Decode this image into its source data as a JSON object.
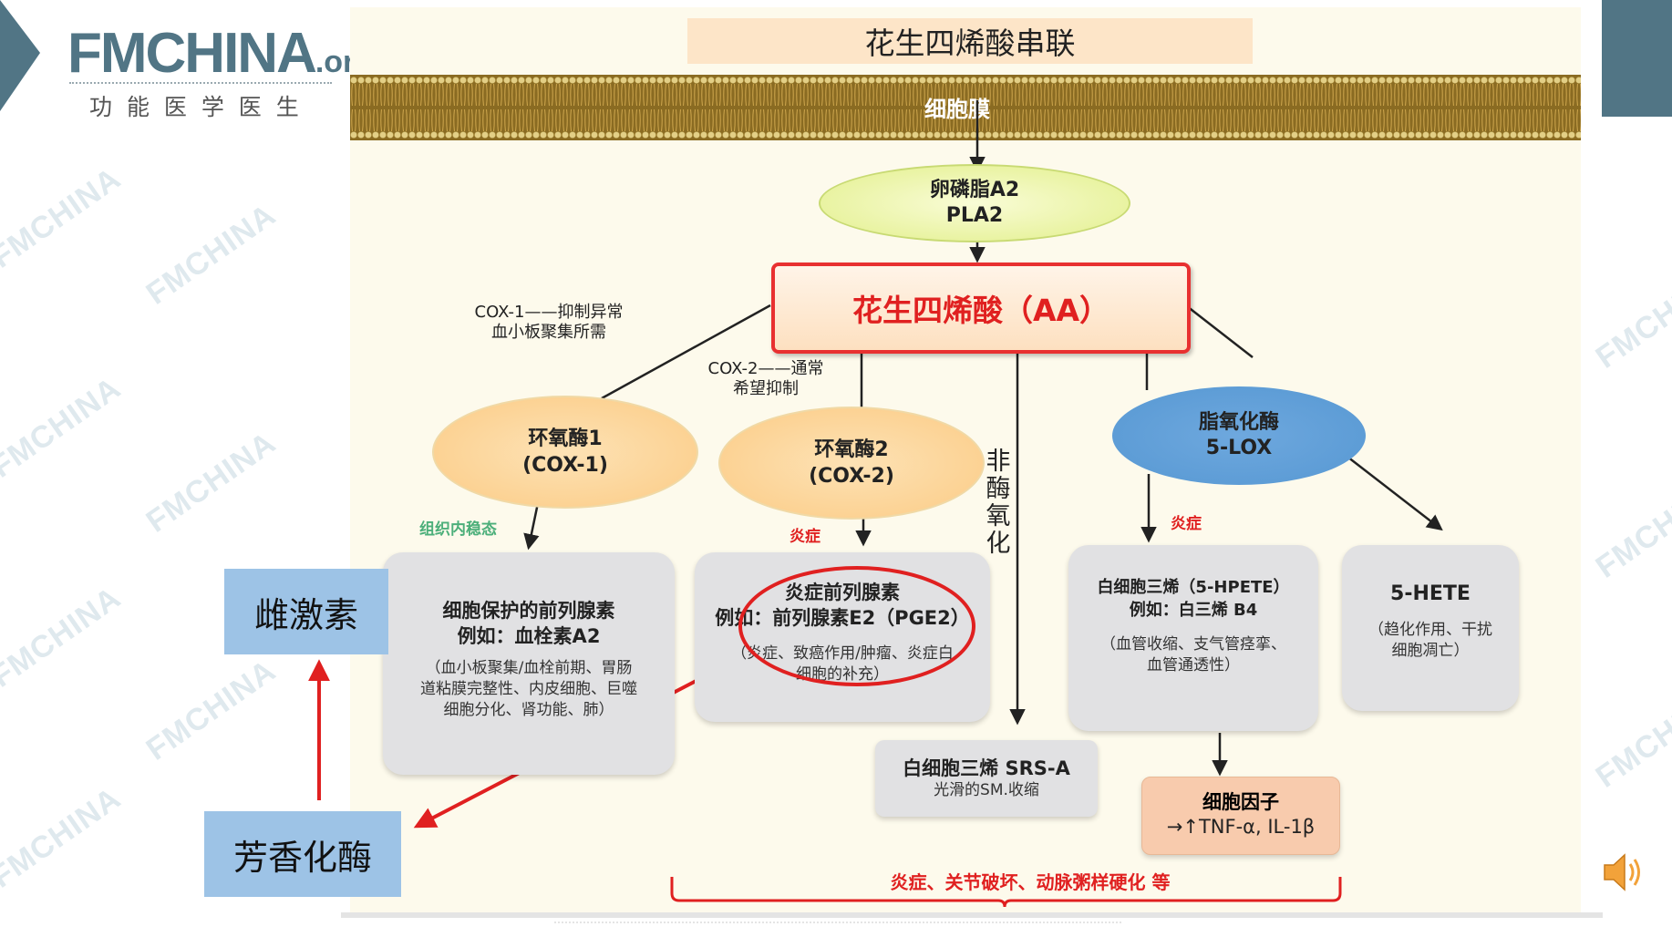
{
  "logo": {
    "brand": "FMCHINA",
    "suffix": ".or",
    "subtitle": "功 能 医 学 医 生"
  },
  "watermark": {
    "text": "FMCHINA"
  },
  "diagram": {
    "title": "花生四烯酸串联",
    "membrane_label": "细胞膜",
    "pla2": {
      "line1": "卵磷脂A2",
      "line2": "PLA2"
    },
    "aa": "花生四烯酸（AA）",
    "cox1_note": {
      "line1": "COX-1——抑制异常",
      "line2": "血小板聚集所需"
    },
    "cox2_note": {
      "line1": "COX-2——通常",
      "line2": "希望抑制"
    },
    "cox1": {
      "line1": "环氧酶1",
      "line2": "(COX-1)"
    },
    "cox2": {
      "line1": "环氧酶2",
      "line2": "(COX-2)"
    },
    "non_enzymatic": "非酶氧化",
    "lox": {
      "line1": "脂氧化酶",
      "line2": "5-LOX"
    },
    "tag_homeostasis": "组织内稳态",
    "tag_inflammation_cox2": "炎症",
    "tag_inflammation_lox": "炎症",
    "box_protective": {
      "title1": "细胞保护的前列腺素",
      "title2": "例如：血栓素A2",
      "detail1": "（血小板聚集/血栓前期、胃肠",
      "detail2": "道粘膜完整性、内皮细胞、巨噬",
      "detail3": "细胞分化、肾功能、肺）"
    },
    "box_inflammatory": {
      "title1": "炎症前列腺素",
      "title2": "例如：前列腺素E2（PGE2）",
      "detail1": "（炎症、致癌作用/肿瘤、炎症白",
      "detail2": "细胞的补充）"
    },
    "box_leukotriene_b4": {
      "title1": "白细胞三烯（5-HPETE）",
      "title2": "例如：白三烯 B4",
      "detail1": "（血管收缩、支气管痉挛、",
      "detail2": "血管通透性）"
    },
    "box_hete": {
      "title": "5-HETE",
      "detail1": "（趋化作用、干扰",
      "detail2": "细胞凋亡）"
    },
    "box_srsa": {
      "title": "白细胞三烯 SRS-A",
      "detail": "光滑的SM.收缩"
    },
    "box_cytokine": {
      "title": "细胞因子",
      "detail": "→↑TNF-α, IL-1β"
    },
    "bottom_caption": "炎症、关节破坏、动脉粥样硬化 等"
  },
  "annotations": {
    "estrogen": "雌激素",
    "aromatase": "芳香化酶"
  },
  "colors": {
    "slate": "#517585",
    "red": "#e02020",
    "orange_ellipse": "#fcd08f",
    "blue_ellipse": "#5b9bd5",
    "label_box": "#9dc3e6",
    "cytokine_box": "#f8cbad"
  },
  "icons": {
    "audio": "speaker-icon"
  }
}
